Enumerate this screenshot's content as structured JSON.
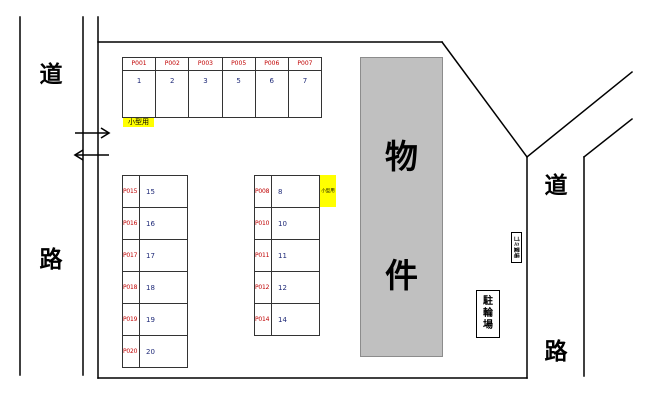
{
  "left_road": {
    "label_top": "道",
    "label_bottom": "路",
    "traffic_arrows": [
      "arrow-right-icon",
      "arrow-left-icon"
    ]
  },
  "right_road": {
    "label_top": "道",
    "label_bottom": "路"
  },
  "building": {
    "label_chars": [
      "物",
      "件"
    ]
  },
  "parking": {
    "top_row": [
      {
        "id": "P001",
        "number": "1"
      },
      {
        "id": "P002",
        "number": "2"
      },
      {
        "id": "P003",
        "number": "3"
      },
      {
        "id": "P005",
        "number": "5"
      },
      {
        "id": "P006",
        "number": "6"
      },
      {
        "id": "P007",
        "number": "7"
      }
    ],
    "top_row_note": "小型用",
    "left_column": [
      {
        "id": "P015",
        "number": "15"
      },
      {
        "id": "P016",
        "number": "16"
      },
      {
        "id": "P017",
        "number": "17"
      },
      {
        "id": "P018",
        "number": "18"
      },
      {
        "id": "P019",
        "number": "19"
      },
      {
        "id": "P020",
        "number": "20"
      }
    ],
    "middle_column": [
      {
        "id": "P008",
        "number": "8"
      },
      {
        "id": "P010",
        "number": "10"
      },
      {
        "id": "P011",
        "number": "11"
      },
      {
        "id": "P012",
        "number": "12"
      },
      {
        "id": "P014",
        "number": "14"
      }
    ],
    "middle_column_note": "小型用"
  },
  "garbage_area": {
    "label": "ゴミ置場"
  },
  "bicycle_parking": {
    "label_chars": [
      "駐",
      "輪",
      "場"
    ]
  },
  "colors": {
    "space_id": "#c00000",
    "space_number": "#1f2a78",
    "note_background": "#ffff00",
    "building_fill": "#c0c0c0",
    "line": "#000000"
  }
}
